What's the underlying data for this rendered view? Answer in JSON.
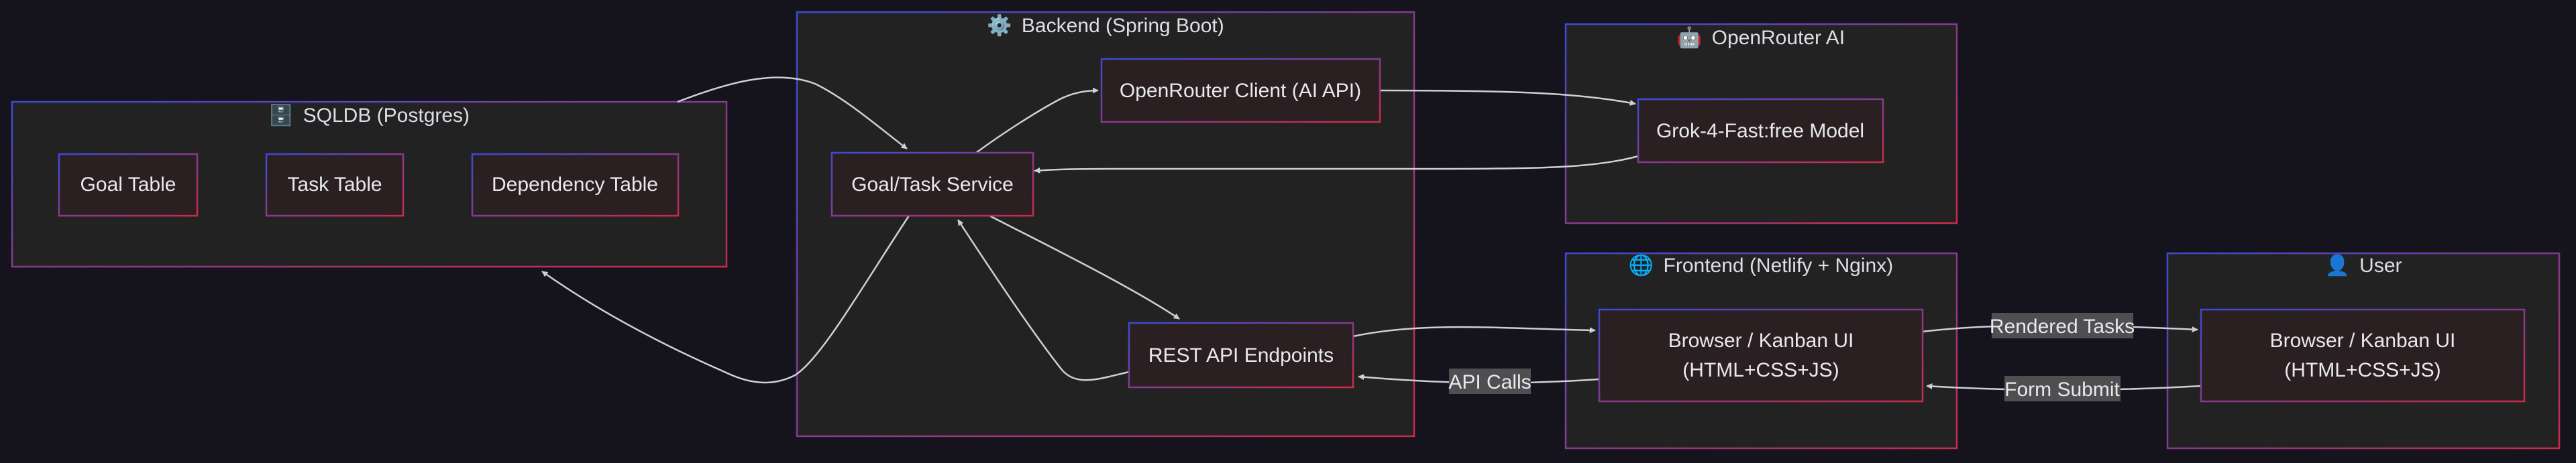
{
  "colors": {
    "background": "#15141d",
    "cluster_fill": "#232223",
    "node_fill": "#2a2022",
    "border_blue": "#3b4bd4",
    "border_red": "#cc2a4a",
    "edge": "#cfcfd6",
    "label_bg": "#4f4f52",
    "text": "#e6e6ea"
  },
  "clusters": {
    "sqldb": {
      "icon": "🗄️",
      "title": "SQLDB (Postgres)"
    },
    "backend": {
      "icon": "⚙️",
      "title": "Backend (Spring Boot)"
    },
    "openrouter": {
      "icon": "🤖",
      "title": "OpenRouter AI"
    },
    "frontend": {
      "icon": "🌐",
      "title": "Frontend (Netlify + Nginx)"
    },
    "user": {
      "icon": "👤",
      "title": "User"
    }
  },
  "nodes": {
    "goal_table": {
      "label": "Goal Table"
    },
    "task_table": {
      "label": "Task Table"
    },
    "dependency_table": {
      "label": "Dependency Table"
    },
    "goal_task_service": {
      "label": "Goal/Task Service"
    },
    "openrouter_client": {
      "label": "OpenRouter Client (AI API)"
    },
    "rest_api": {
      "label": "REST API Endpoints"
    },
    "grok_model": {
      "label": "Grok-4-Fast:free Model"
    },
    "browser_frontend": {
      "line1": "Browser / Kanban UI",
      "line2": "(HTML+CSS+JS)"
    },
    "browser_user": {
      "line1": "Browser / Kanban UI",
      "line2": "(HTML+CSS+JS)"
    }
  },
  "edge_labels": {
    "api_calls": "API Calls",
    "rendered_tasks": "Rendered Tasks",
    "form_submit": "Form Submit"
  }
}
